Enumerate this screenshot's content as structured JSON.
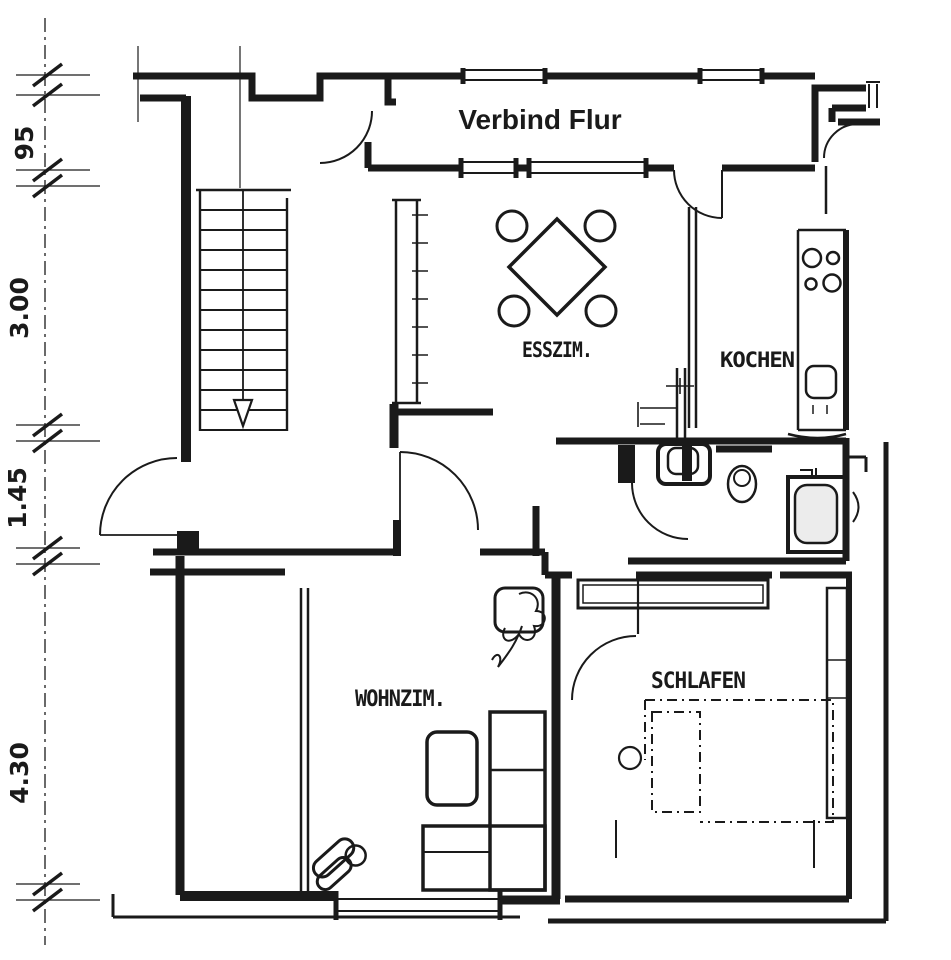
{
  "title": {
    "corridor": "Verbind Flur"
  },
  "rooms": {
    "dining": {
      "label": "ESSZIM."
    },
    "kitchen": {
      "label": "KOCHEN"
    },
    "living": {
      "label": "WOHNZIM."
    },
    "bedroom": {
      "label": "SCHLAFEN"
    }
  },
  "dimensions": {
    "seg1": {
      "value": "95"
    },
    "seg2": {
      "value": "3.00"
    },
    "seg3": {
      "value": "1.45"
    },
    "seg4": {
      "value": "4.30"
    }
  },
  "fixtures": {
    "stairs": "staircase with down arrow",
    "dining_table": "square table rotated 45 with 4 chairs",
    "stove": "4 burner cooktop",
    "kitchen_sink": "single basin sink",
    "vanity": "washbasin cabinet",
    "toilet": "toilet with cistern",
    "bathtub": "bathtub",
    "bed": "double bed (dashed)",
    "sofa": "corner seating group",
    "wardrobe": "wardrobe"
  },
  "colors": {
    "ink": "#1a1a1a",
    "paper": "#ffffff",
    "tub_fill": "#ececec"
  }
}
